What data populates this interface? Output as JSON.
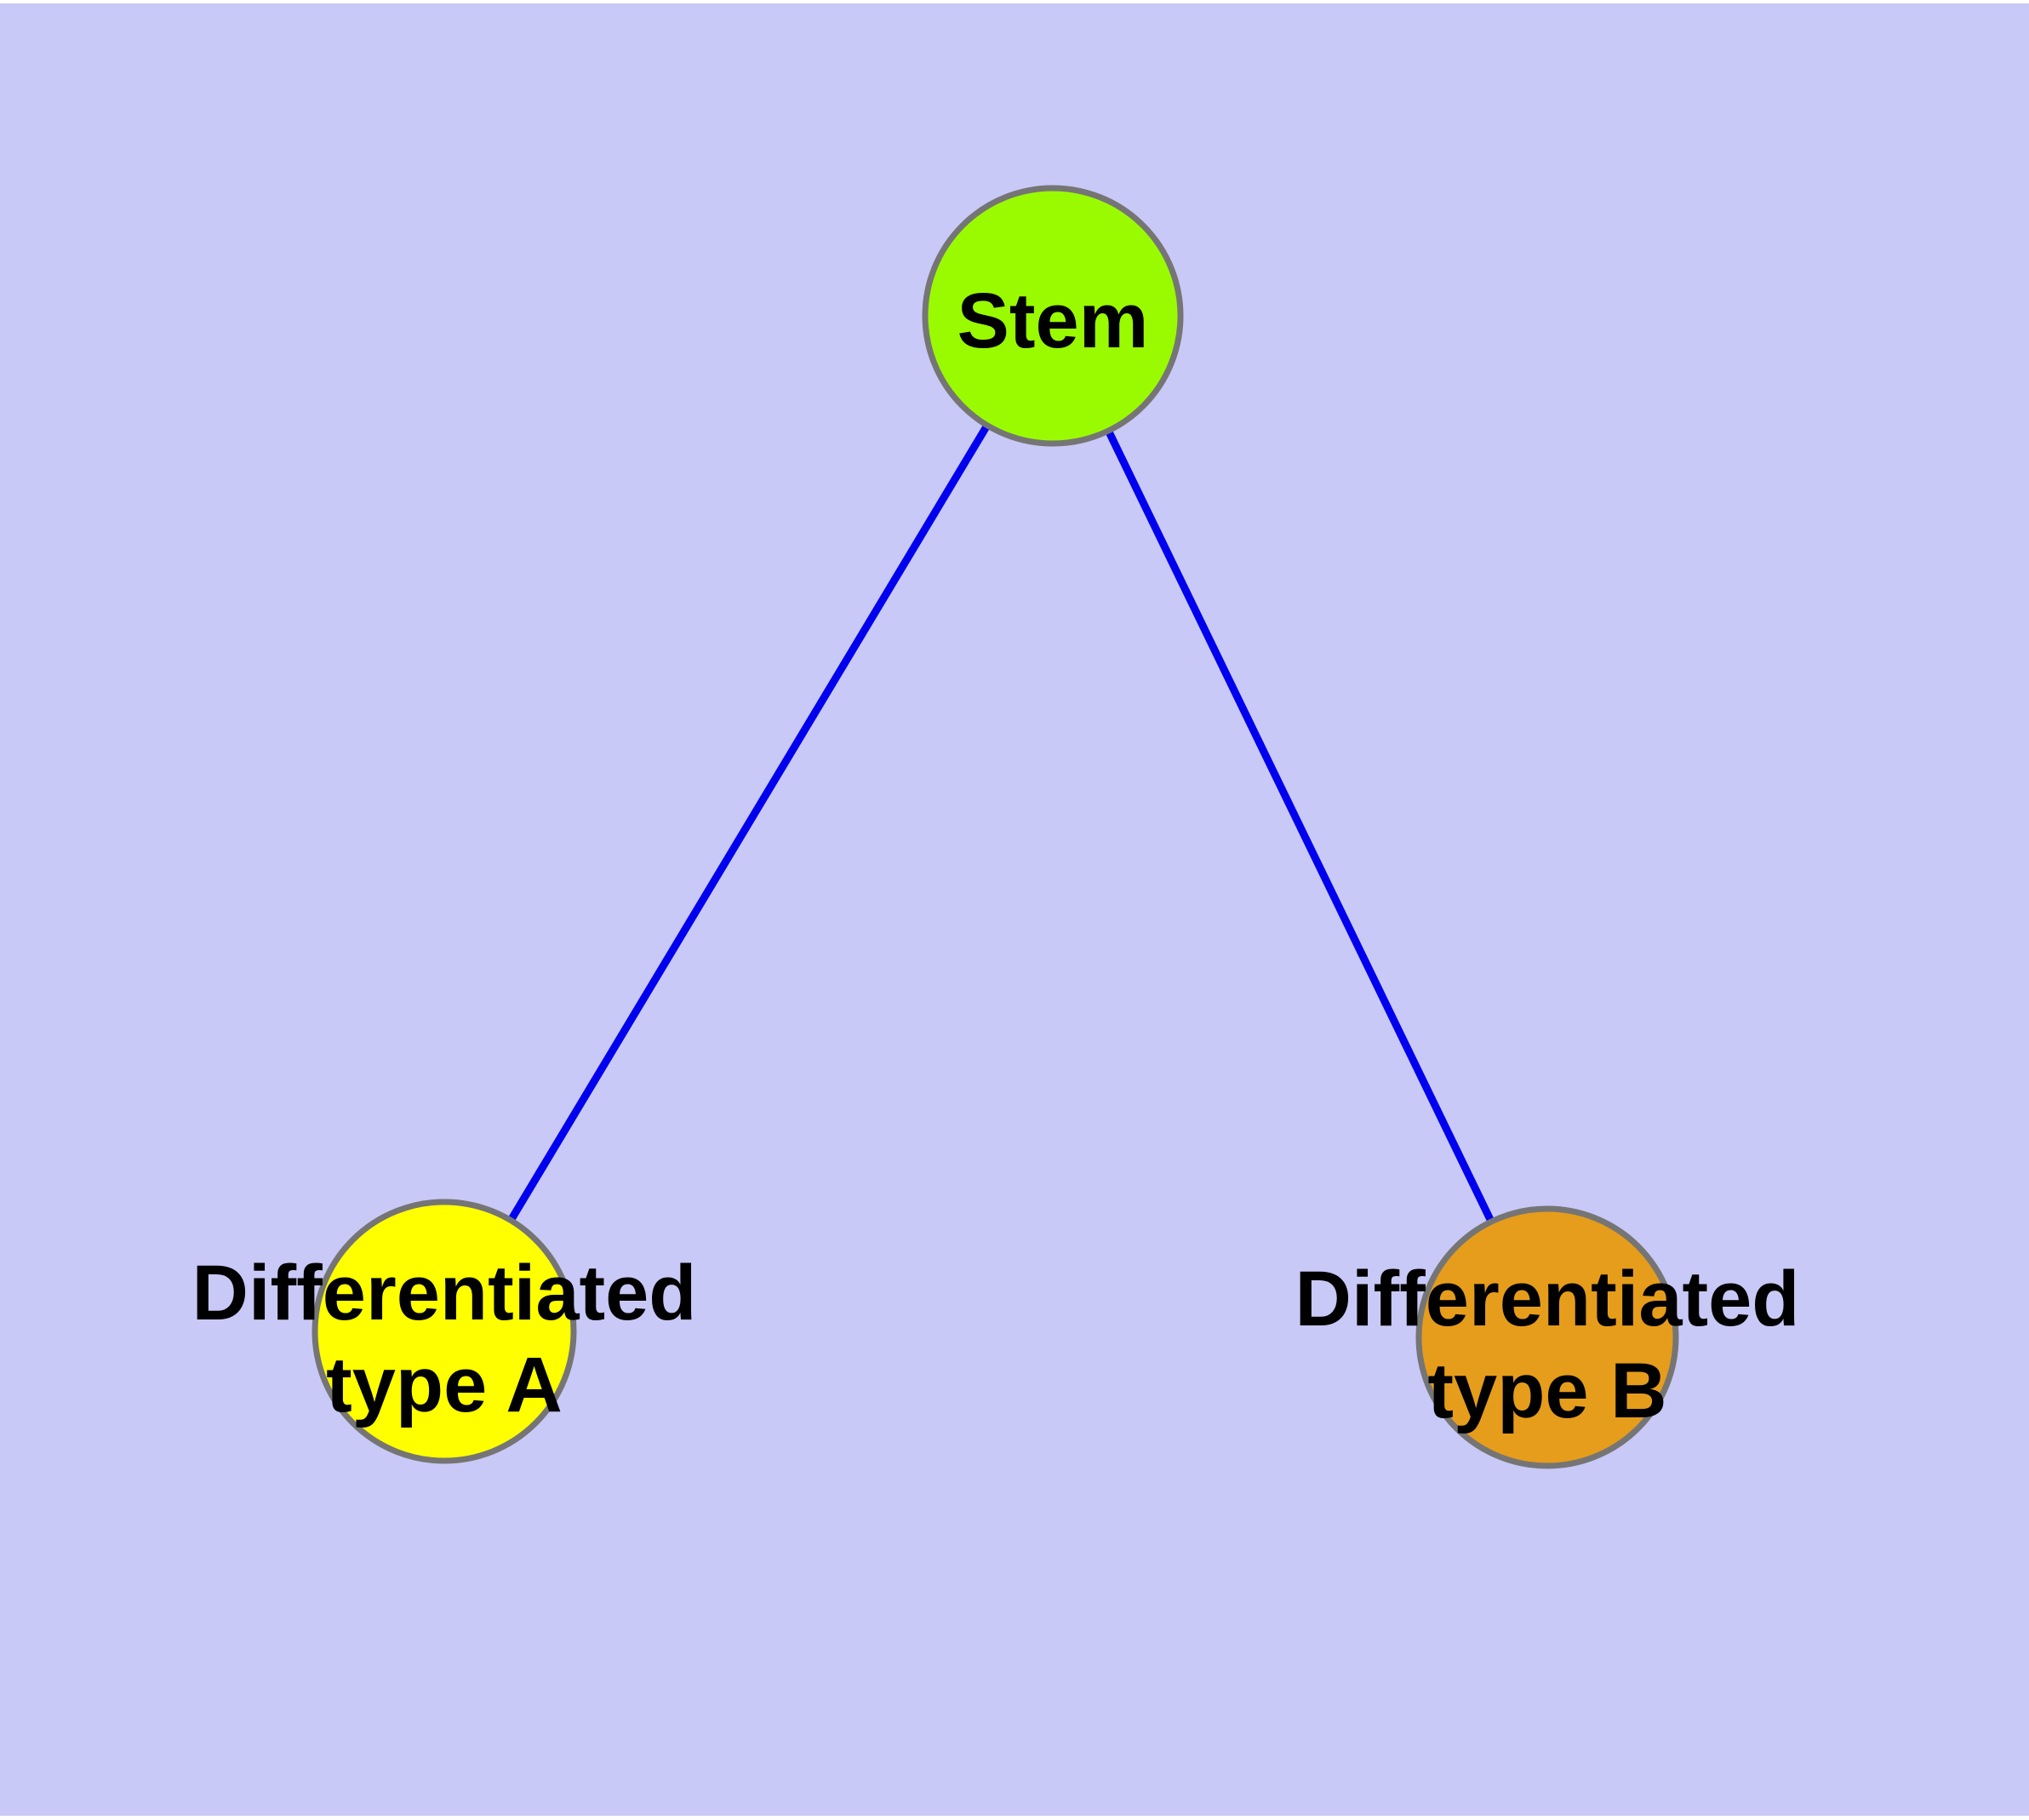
{
  "diagram": {
    "colors": {
      "page_margin": "#ffffff",
      "background": "#c9c9f7",
      "edge": "#0000ee",
      "node_border": "#757575",
      "label_text": "#000000"
    },
    "nodes": [
      {
        "id": "stem",
        "label": "Stem",
        "fill": "#9afb00"
      },
      {
        "id": "differentiated-type-a",
        "label": "Differentiated type A",
        "label_line1": "Differentiated",
        "label_line2": "type A",
        "fill": "#ffff00"
      },
      {
        "id": "differentiated-type-b",
        "label": "Differentiated type B",
        "label_line1": "Differentiated",
        "label_line2": "type B",
        "fill": "#e69d1b"
      }
    ],
    "edges": [
      {
        "from": "Stem",
        "to": "Differentiated type A"
      },
      {
        "from": "Stem",
        "to": "Differentiated type B"
      }
    ]
  }
}
